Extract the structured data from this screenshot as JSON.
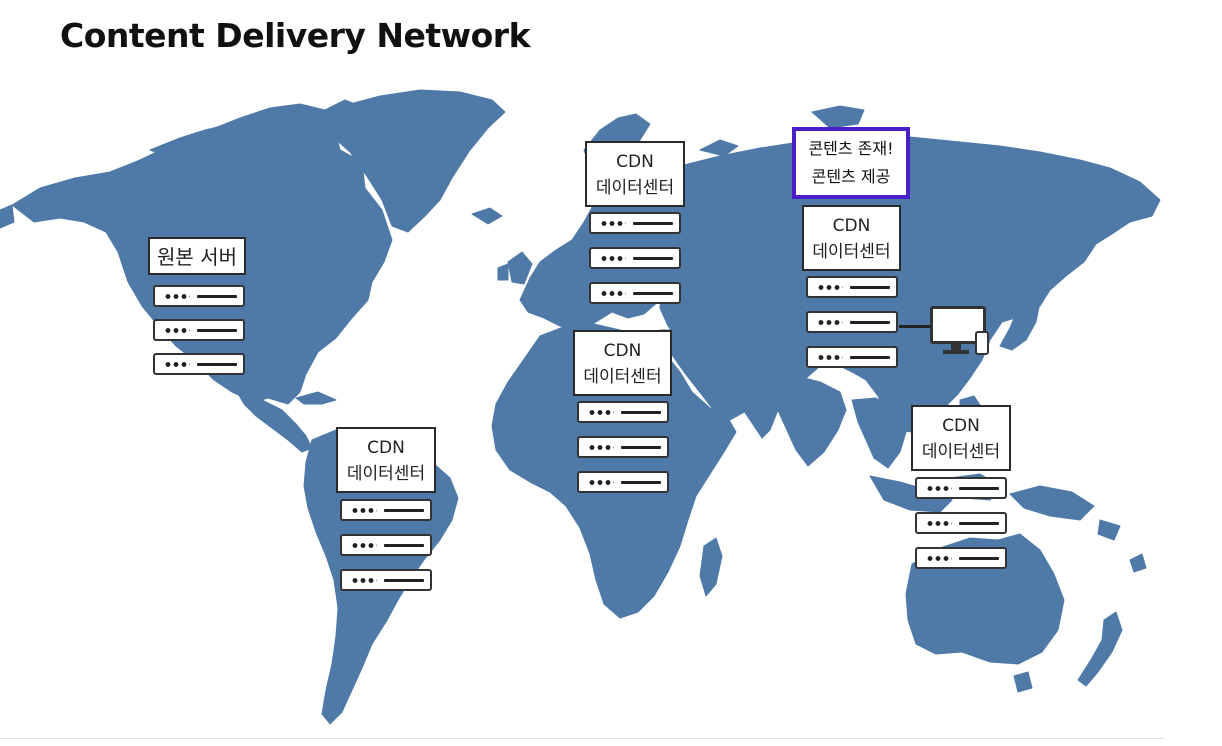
{
  "title": "Content Delivery Network",
  "colors": {
    "land": "#4f7aa8",
    "ocean": "#ffffff",
    "notice_border": "#4a1fc7"
  },
  "origin_server": {
    "label": "원본 서버"
  },
  "cdn_centers": [
    {
      "line1": "CDN",
      "line2": "데이터센터"
    },
    {
      "line1": "CDN",
      "line2": "데이터센터"
    },
    {
      "line1": "CDN",
      "line2": "데이터센터"
    },
    {
      "line1": "CDN",
      "line2": "데이터센터"
    },
    {
      "line1": "CDN",
      "line2": "데이터센터"
    }
  ],
  "notice": {
    "line1": "콘텐츠 존재!",
    "line2": "콘텐츠 제공"
  },
  "icons": [
    "server-rack-icon",
    "monitor-icon",
    "smartphone-icon"
  ]
}
